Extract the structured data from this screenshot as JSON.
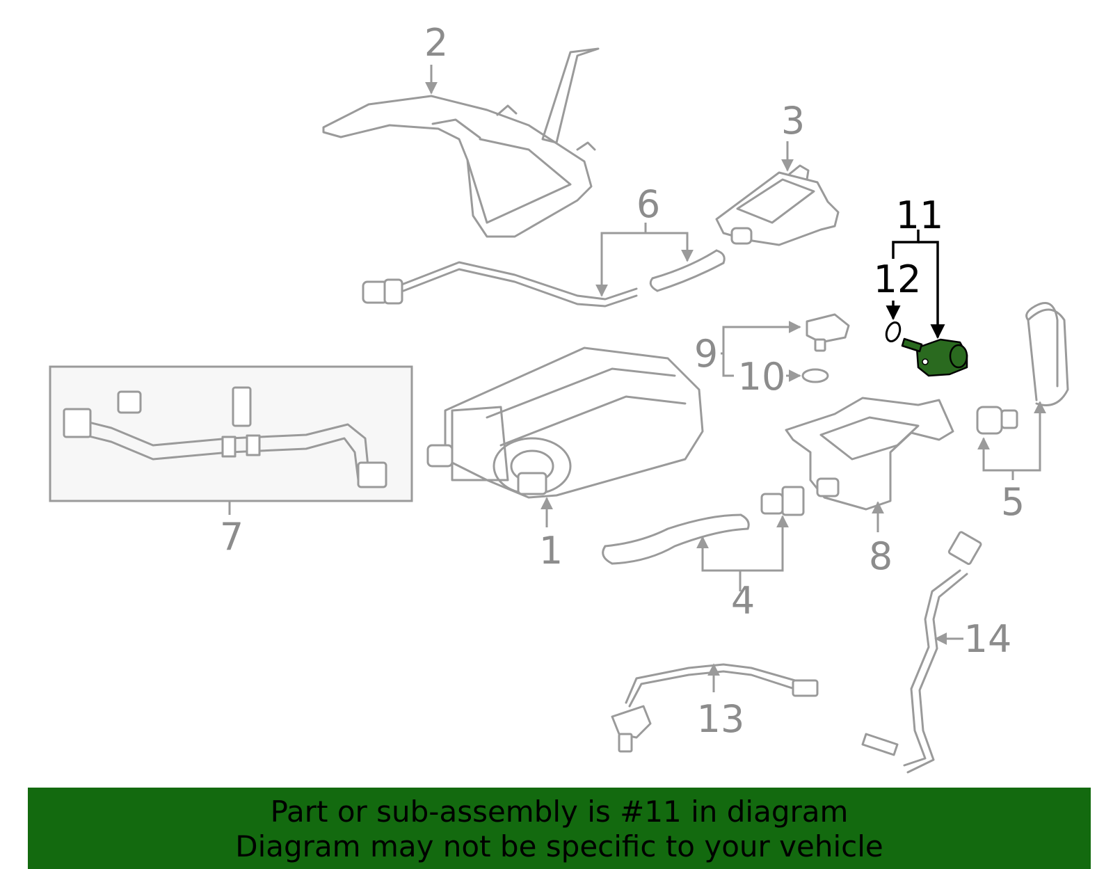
{
  "diagram": {
    "highlighted_part": "11",
    "callouts": {
      "c1": "1",
      "c2": "2",
      "c3": "3",
      "c4": "4",
      "c5": "5",
      "c6": "6",
      "c7": "7",
      "c8": "8",
      "c9": "9",
      "c10": "10",
      "c11": "11",
      "c12": "12",
      "c13": "13",
      "c14": "14"
    },
    "colors": {
      "line": "#9a9a9a",
      "highlight_part": "#2a6a1f",
      "highlight_leader": "#000000",
      "banner": "#136a0f",
      "inset_background": "#f7f7f7"
    }
  },
  "banner": {
    "line1": "Part or sub-assembly is #11 in diagram",
    "line2": "Diagram may not be specific to your vehicle"
  }
}
